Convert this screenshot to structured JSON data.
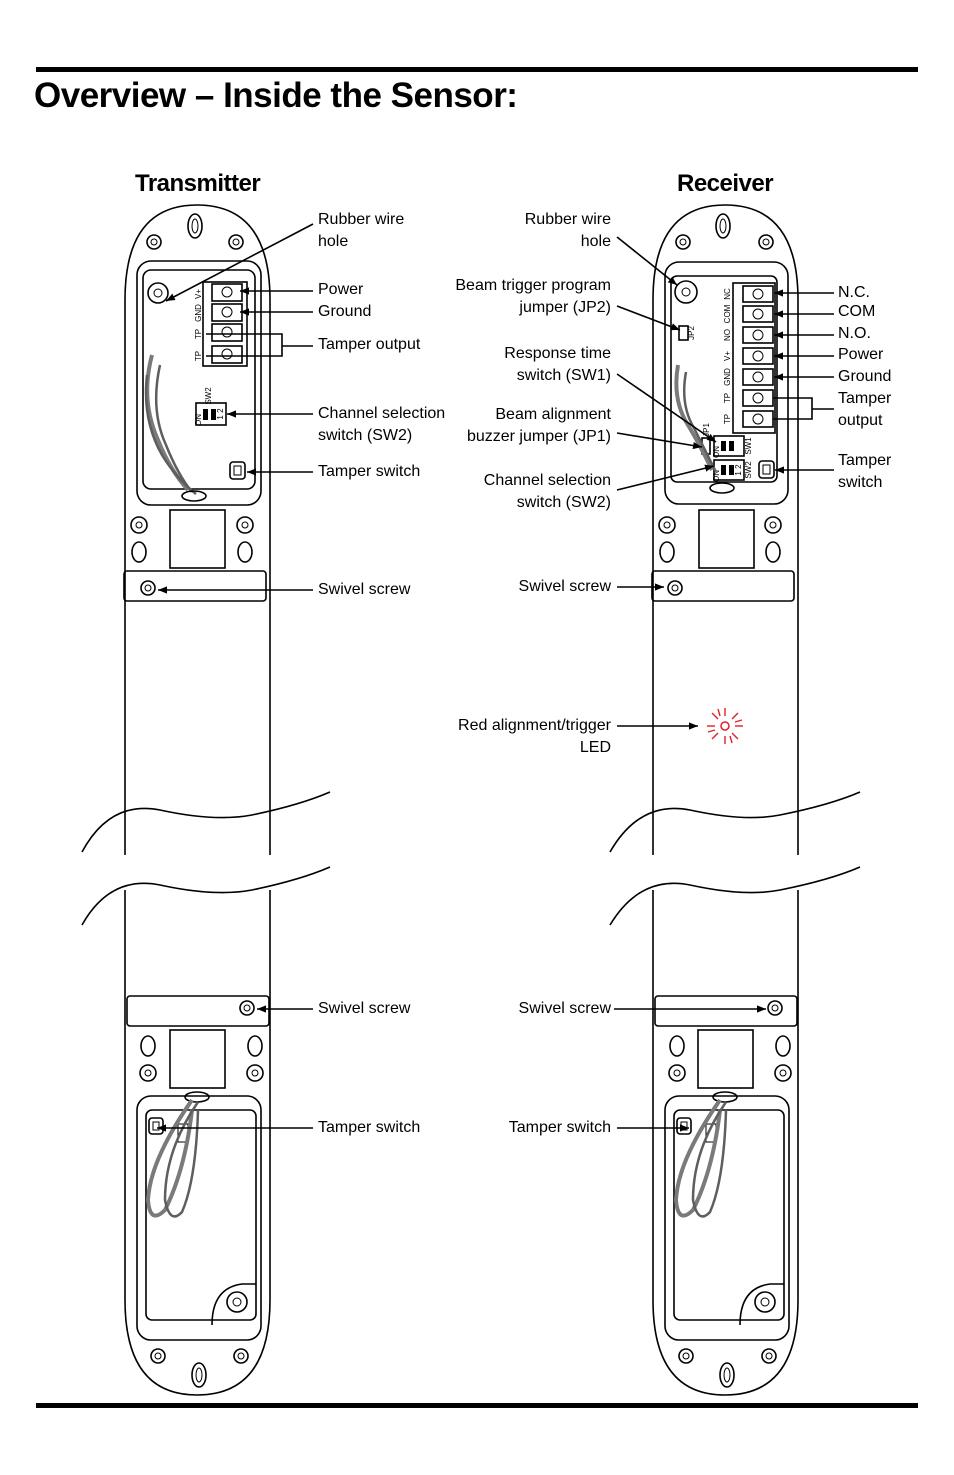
{
  "page": {
    "title": "Overview – Inside the Sensor:"
  },
  "transmitter": {
    "title": "Transmitter",
    "labels": {
      "rubber_wire_hole": "Rubber wire\nhole",
      "power_ground": "Power\nGround",
      "tamper_output": "Tamper output",
      "channel_selection": "Channel selection\nswitch (SW2)",
      "tamper_switch": "Tamper switch",
      "swivel_screw_top": "Swivel screw",
      "swivel_screw_bottom": "Swivel screw",
      "tamper_switch_bottom": "Tamper switch"
    },
    "terminal_marks": [
      "V+",
      "GND",
      "TP",
      "TP"
    ],
    "switch_marks": {
      "name": "SW2",
      "on": "ON",
      "pos": "1 2"
    }
  },
  "receiver": {
    "title": "Receiver",
    "labels": {
      "rubber_wire_hole": "Rubber wire\nhole",
      "beam_trigger_jumper": "Beam trigger program\njumper (JP2)",
      "response_time_switch": "Response time\nswitch (SW1)",
      "beam_alignment_jumper": "Beam alignment\nbuzzer jumper (JP1)",
      "channel_selection": "Channel selection\nswitch (SW2)",
      "swivel_screw_top": "Swivel screw",
      "red_led": "Red alignment/trigger\nLED",
      "swivel_screw_bottom": "Swivel screw",
      "tamper_switch_bottom": "Tamper switch",
      "nc": "N.C.",
      "com": "COM",
      "no": "N.O.",
      "power": "Power",
      "ground": "Ground",
      "tamper_output": "Tamper\noutput",
      "tamper_switch": "Tamper\nswitch"
    },
    "terminal_marks": [
      "NC",
      "COM",
      "NO",
      "V+",
      "GND",
      "TP",
      "TP"
    ],
    "jumper_marks": {
      "jp2": "JP2",
      "jp1": "JP1"
    },
    "switch_marks": {
      "sw1": "SW1",
      "sw2": "SW2",
      "on": "ON",
      "pos": "1 2"
    }
  },
  "colors": {
    "led": "#e0202a",
    "wire": "#7a7a7a",
    "line": "#000000"
  }
}
